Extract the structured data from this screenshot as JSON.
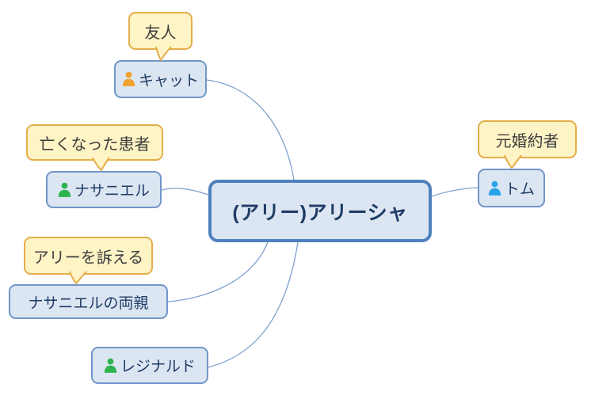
{
  "diagram": {
    "type": "mind-map",
    "central_node": {
      "label": "(アリー)アリーシャ"
    },
    "nodes": [
      {
        "label": "キャット",
        "callout": "友人",
        "icon": "person-icon",
        "icon_color": "#f0a232"
      },
      {
        "label": "ナサニエル",
        "callout": "亡くなった患者",
        "icon": "person-icon",
        "icon_color": "#2db44e"
      },
      {
        "label": "ナサニエルの両親",
        "callout": "アリーを訴える",
        "icon": null,
        "icon_color": null
      },
      {
        "label": "レジナルド",
        "callout": null,
        "icon": "person-icon",
        "icon_color": "#2db44e"
      },
      {
        "label": "トム",
        "callout": "元婚約者",
        "icon": "person-icon",
        "icon_color": "#28a3e9"
      }
    ],
    "colors": {
      "node_fill": "#dce6f2",
      "node_border": "#7196c9",
      "central_border": "#4e81bd",
      "node_text": "#1f3c67",
      "callout_fill": "#fff4c6",
      "callout_border": "#e5ad49",
      "callout_text": "#3d3d3d",
      "connector": "#7fa3cc",
      "icon_orange": "#f0a232",
      "icon_green": "#2db44e",
      "icon_blue": "#28a3e9"
    }
  }
}
